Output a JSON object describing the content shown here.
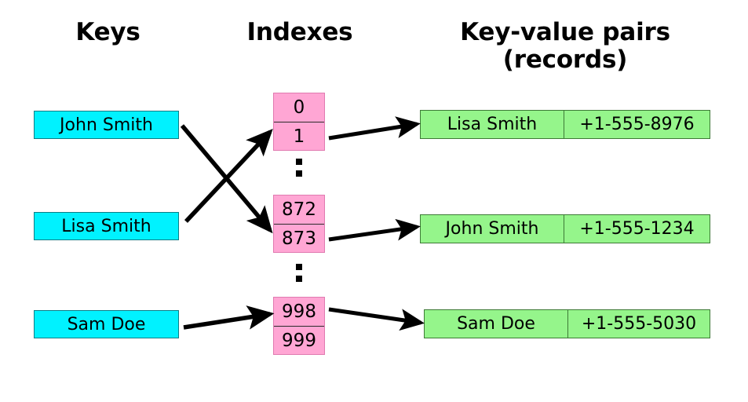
{
  "titles": {
    "keys": "Keys",
    "indexes": "Indexes",
    "records": "Key-value pairs\n(records)"
  },
  "keys": [
    {
      "label": "John Smith"
    },
    {
      "label": "Lisa Smith"
    },
    {
      "label": "Sam Doe"
    }
  ],
  "index_groups": [
    {
      "cells": [
        {
          "label": "0"
        },
        {
          "label": "1"
        }
      ]
    },
    {
      "cells": [
        {
          "label": "872"
        },
        {
          "label": "873"
        }
      ]
    },
    {
      "cells": [
        {
          "label": "998"
        },
        {
          "label": "999"
        }
      ]
    }
  ],
  "records": [
    {
      "key": "Lisa Smith",
      "value": "+1-555-8976"
    },
    {
      "key": "John Smith",
      "value": "+1-555-1234"
    },
    {
      "key": "Sam Doe",
      "value": "+1-555-5030"
    }
  ],
  "colors": {
    "key_fill": "#00f2ff",
    "key_border": "#0b7d86",
    "index_fill": "#ffa6d4",
    "index_border": "#e07ab0",
    "record_fill": "#95f58b",
    "record_border": "#3d7a36",
    "arrow": "#000000",
    "text": "#000000",
    "background": "#ffffff"
  },
  "ellipsis_symbol": "vertical-two-dots"
}
